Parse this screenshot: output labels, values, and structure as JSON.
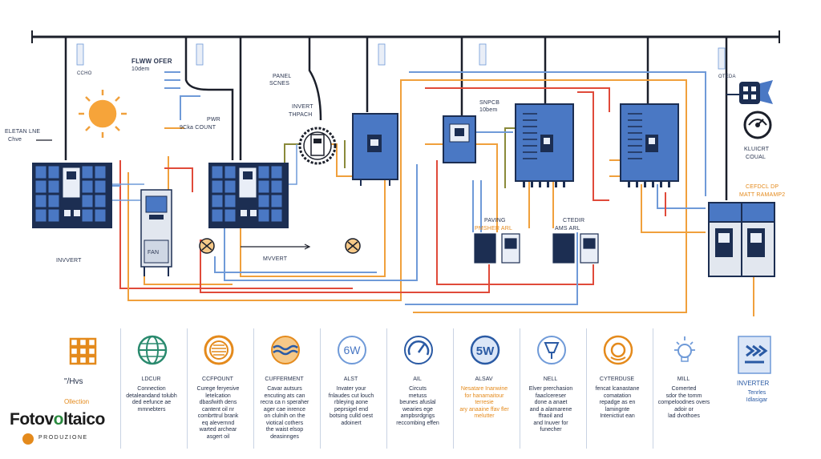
{
  "diagram_labels": {
    "flow_offer": "FLWW OFER",
    "flow_offer_sub": "10dem",
    "elettric_line": "ELETAN LNE",
    "elettric_line_sub": "Chve",
    "panel_scnes": "PANEL",
    "panel_scnes_sub": "SCNES",
    "invert_thpach": "INVERT",
    "invert_thpach_sub": "THPACH",
    "pwr_count": "PWR",
    "pwr_count_sub": "9Cka  COUNT",
    "invert_left": "INVVERT",
    "fan": "FAN",
    "mwert": "MVVERT",
    "snpcb": "SNPCB",
    "snpcb_sub": "10bem",
    "paving": "PAVING",
    "paving_sub": "PMSHER   ARL",
    "ctedir": "CTEDIR",
    "ctedir_sub": "AMS   ARL",
    "kluicrt": "KLUICRT",
    "kluicrt_sub": "COUAL",
    "cefdcl": "CEFDCL DP",
    "cefdcl_sub": "MATT RAMAMP2",
    "tag1": "CCHO",
    "tag2": "OTEDA"
  },
  "left_legend": {
    "title": "\"/Hvs",
    "subtitle": "Ollection"
  },
  "legend_items": [
    {
      "icon": "globe-icon",
      "title": "LDCUR",
      "desc": "Connection\ndetaleandand tolubh\nded eefunce ae\nmmnebters",
      "desc_color": "dark"
    },
    {
      "icon": "fan-icon",
      "title": "CCFPOUNT",
      "desc": "Curege feryesive\nletelcation\ndbasfwith dens\ncantent oil nr\ncombrttrul brank\neq alevernnd\nwarted archear\nasgert oil",
      "desc_color": "dark"
    },
    {
      "icon": "water-icon",
      "title": "CUFFERMENT",
      "desc": "Cavar autsurs\nencuting ats can\nrecra ca n speraher\nager cae inrence\non clulnih on the\nviotical cothers\nthe waist elsop\ndeasinnges",
      "desc_color": "dark"
    },
    {
      "icon": "power-6w-icon",
      "title": "ALST",
      "desc": "Invater your\nfnlaudes cut louch\nrbleying aone\npeprsigel end\nbotsing culld oest\nadoinert",
      "desc_color": "dark"
    },
    {
      "icon": "gauge-icon",
      "title": "AIL",
      "desc": "Circuts\nmetuss\nbeunes afuslal\nwearies ege\nampbsrdgrigs\nreccombing effen",
      "desc_color": "dark"
    },
    {
      "icon": "power-5w-icon",
      "title": "ALSAV",
      "desc": "Nesatare Inanwine\nfor hanamaitour\nterresie\nary anaaine ffav fler\nmelutter",
      "desc_color": "orange"
    },
    {
      "icon": "lamp-icon",
      "title": "NELL",
      "desc": "Elver prerchasion\nfaaclcereser\ndone a anaet\nand a alamarene\nffraoil and\nand Inuver for\nfunecher",
      "desc_color": "dark"
    },
    {
      "icon": "sun-icon",
      "title": "CYTERDUSE",
      "desc": "fencat lcanastane\ncomatation\nrepadge as en\nlamingnte\nIntenictiut ean",
      "desc_color": "dark"
    },
    {
      "icon": "bulb-icon",
      "title": "MILL",
      "desc": "Comerted\nsdor the tomm\ncompeloodnes overs\nadoir or\nlad dvothoes",
      "desc_color": "dark"
    }
  ],
  "right_legend": {
    "icon": "inverter-icon",
    "title": "INVERTER",
    "desc": "Tenrles\nIdlasigar"
  },
  "brand": {
    "name_a": "Fotov",
    "name_b": "o",
    "name_c": "ltaico",
    "sub": "PRODUZIONE"
  },
  "colors": {
    "panel_blue": "#4a78c4",
    "panel_dark": "#1c2e52",
    "wire_orange": "#f0a03c",
    "wire_red": "#e04a3a",
    "wire_blue": "#6f9ad8",
    "wire_olive": "#8a8a3a",
    "bus_black": "#1b1f2a",
    "accent_orange": "#e48a1c"
  }
}
